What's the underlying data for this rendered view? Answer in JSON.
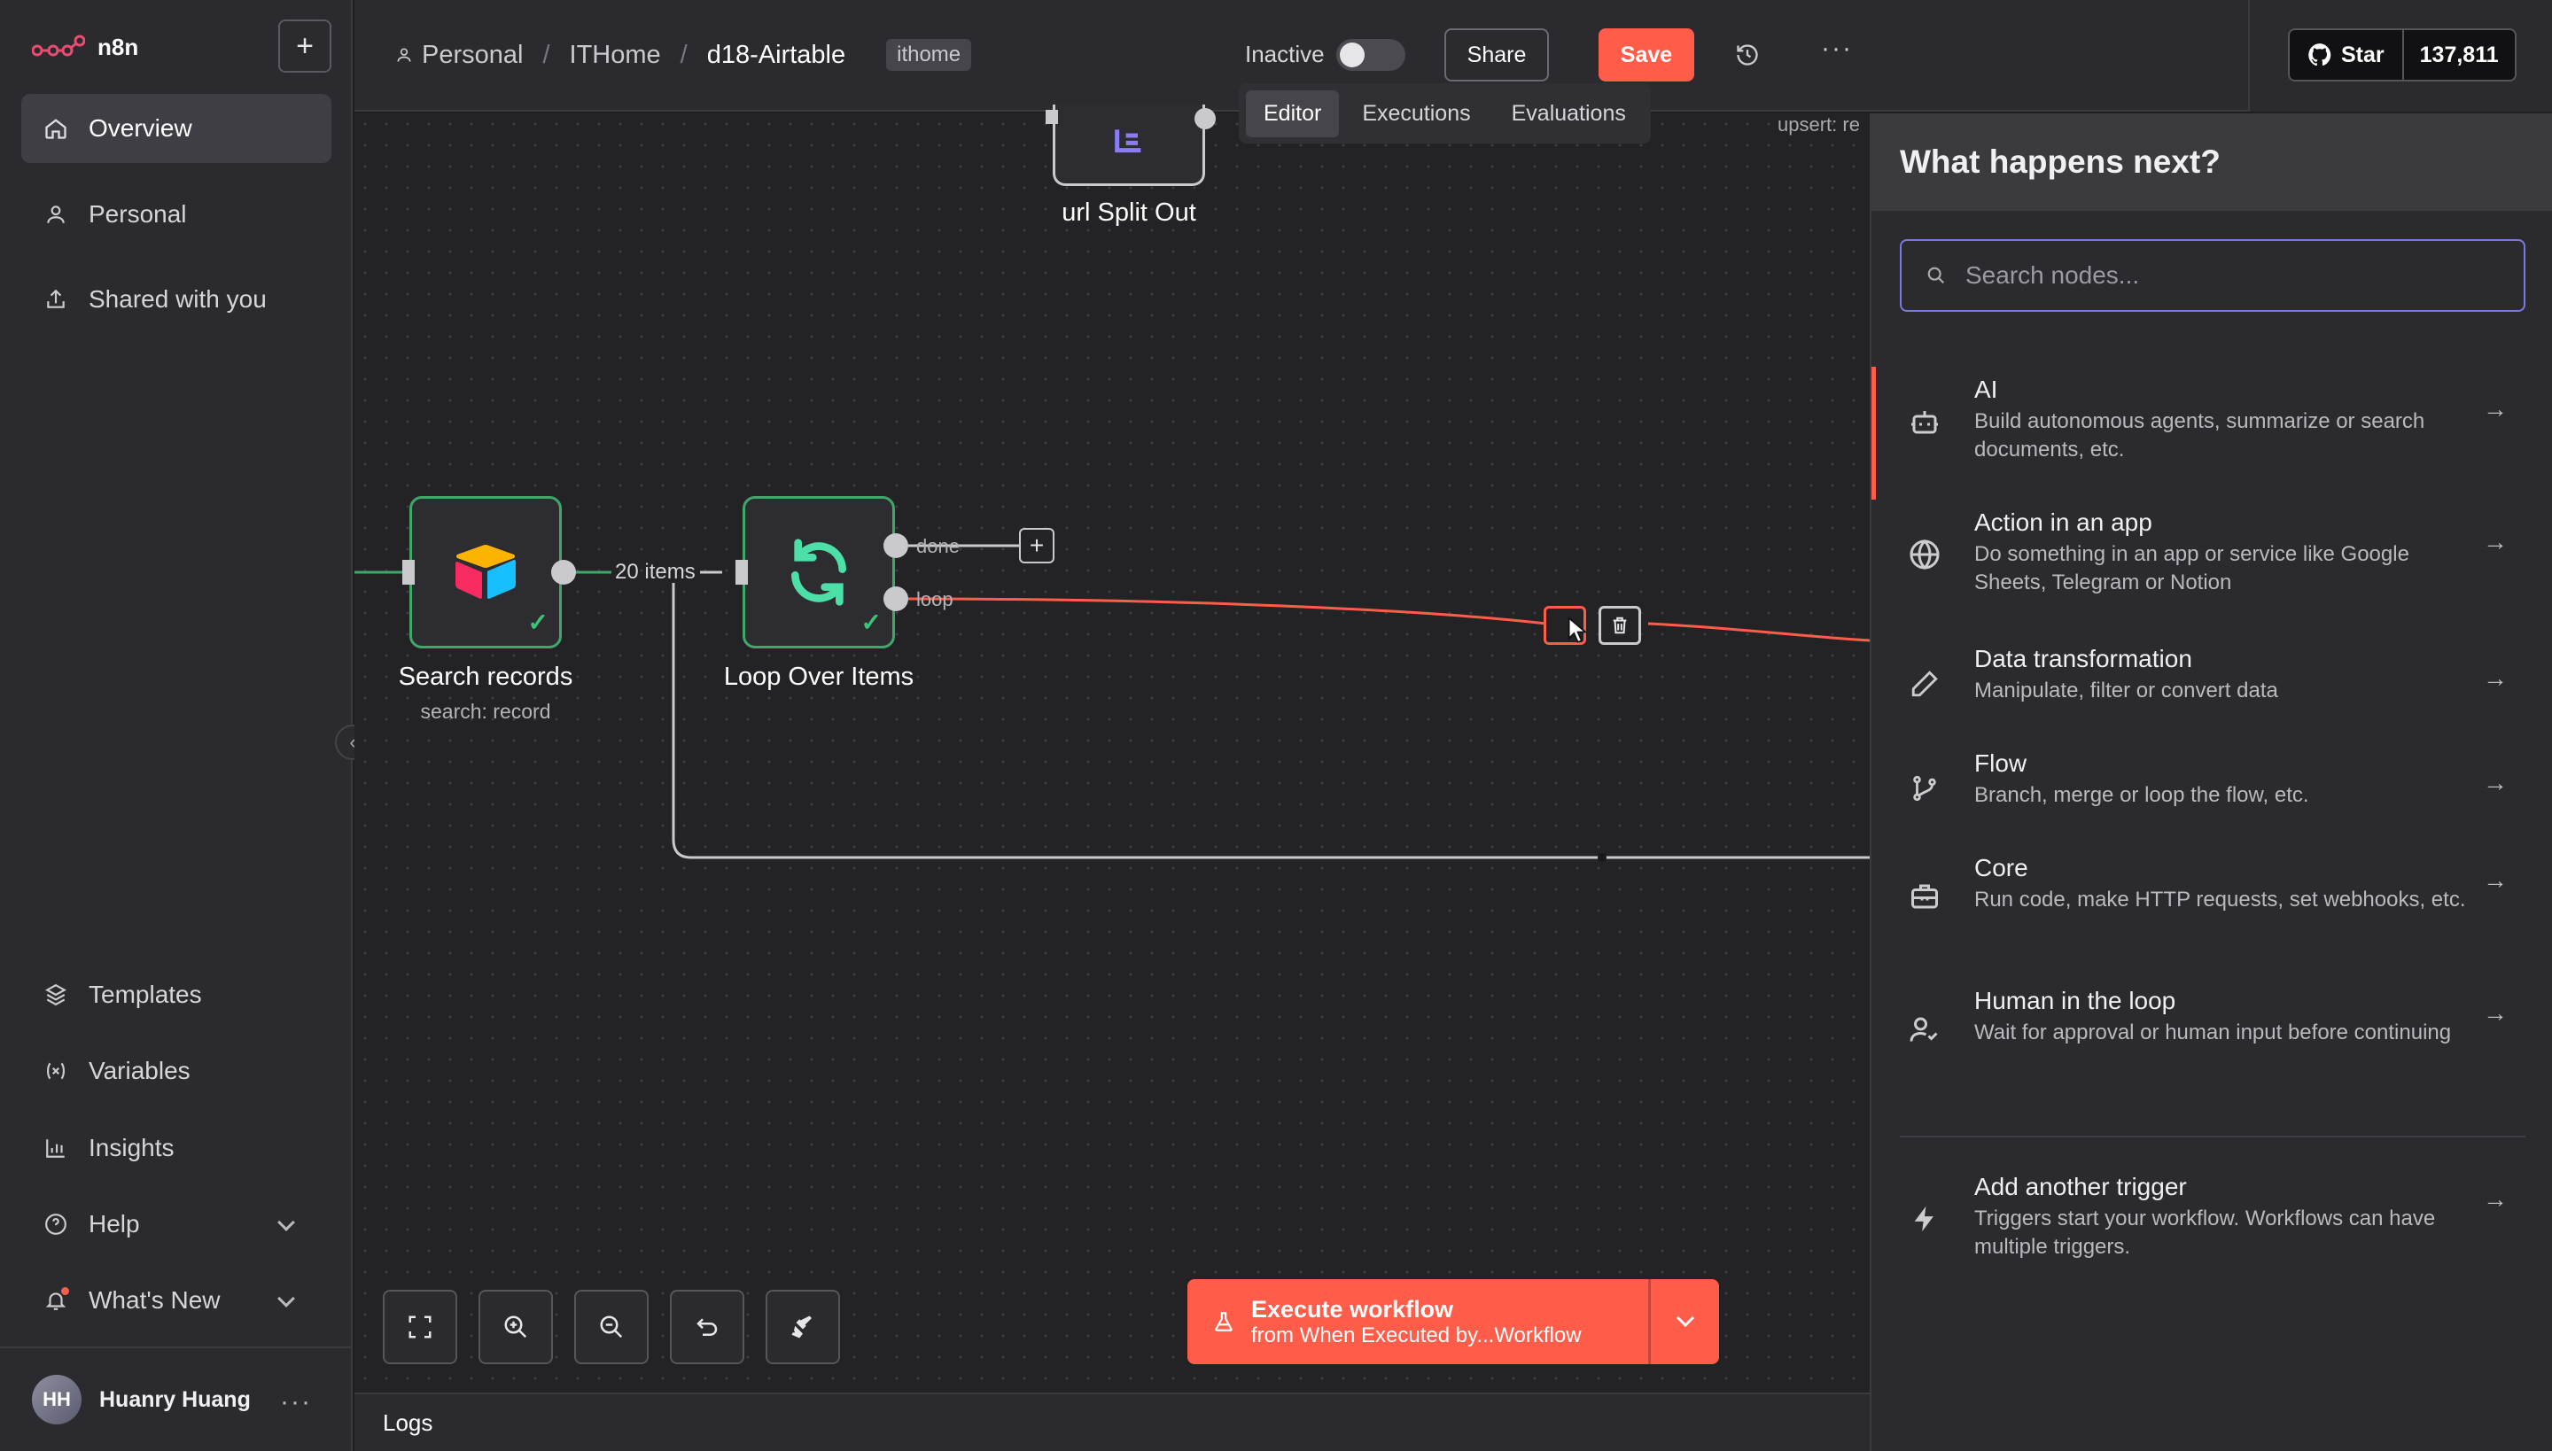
{
  "app": {
    "name": "n8n"
  },
  "sidebar": {
    "items": [
      {
        "label": "Overview",
        "icon": "home-icon"
      },
      {
        "label": "Personal",
        "icon": "user-icon"
      },
      {
        "label": "Shared with you",
        "icon": "share-icon"
      }
    ],
    "bottom_items": [
      {
        "label": "Templates",
        "icon": "templates-icon"
      },
      {
        "label": "Variables",
        "icon": "variables-icon"
      },
      {
        "label": "Insights",
        "icon": "insights-icon"
      },
      {
        "label": "Help",
        "icon": "help-icon"
      },
      {
        "label": "What's New",
        "icon": "bell-icon"
      }
    ],
    "user": {
      "initials": "HH",
      "name": "Huanry Huang"
    }
  },
  "header": {
    "breadcrumb": [
      "Personal",
      "ITHome",
      "d18-Airtable"
    ],
    "tag": "ithome",
    "status": "Inactive",
    "share_label": "Share",
    "save_label": "Save",
    "github": {
      "star_label": "Star",
      "count": "137,811"
    }
  },
  "tabs": [
    "Editor",
    "Executions",
    "Evaluations"
  ],
  "canvas": {
    "nodes": [
      {
        "label": "url Split Out",
        "subtitle": ""
      },
      {
        "label": "Search records",
        "subtitle": "search: record"
      },
      {
        "label": "Loop Over Items",
        "subtitle": ""
      }
    ],
    "connection_items": "20 items",
    "outputs": {
      "done": "done",
      "loop": "loop"
    },
    "offscreen_label": "upsert: re"
  },
  "execute": {
    "title": "Execute workflow",
    "subtitle": "from When Executed by...Workflow"
  },
  "logs_label": "Logs",
  "panel": {
    "title": "What happens next?",
    "search_placeholder": "Search nodes...",
    "categories": [
      {
        "title": "AI",
        "desc": "Build autonomous agents, summarize or search documents, etc.",
        "icon": "robot-icon"
      },
      {
        "title": "Action in an app",
        "desc": "Do something in an app or service like Google Sheets, Telegram or Notion",
        "icon": "globe-icon"
      },
      {
        "title": "Data transformation",
        "desc": "Manipulate, filter or convert data",
        "icon": "pencil-icon"
      },
      {
        "title": "Flow",
        "desc": "Branch, merge or loop the flow, etc.",
        "icon": "branch-icon"
      },
      {
        "title": "Core",
        "desc": "Run code, make HTTP requests, set webhooks, etc.",
        "icon": "toolbox-icon"
      },
      {
        "title": "Human in the loop",
        "desc": "Wait for approval or human input before continuing",
        "icon": "human-icon"
      }
    ],
    "trigger": {
      "title": "Add another trigger",
      "desc": "Triggers start your workflow. Workflows can have multiple triggers.",
      "icon": "bolt-icon"
    }
  },
  "colors": {
    "accent": "#ff5c4a",
    "success": "#3ea86a",
    "focus": "#7b78e5"
  }
}
